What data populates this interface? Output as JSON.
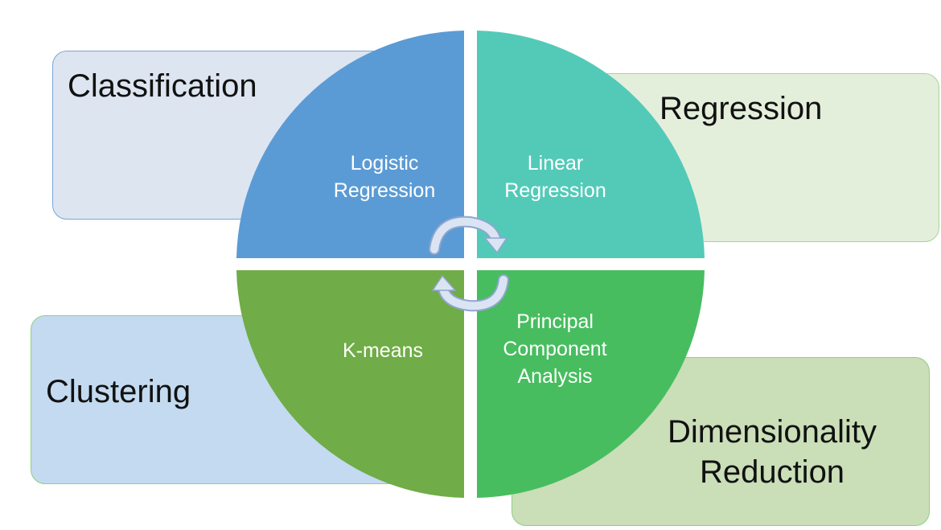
{
  "categories": {
    "classification": "Classification",
    "regression": "Regression",
    "clustering": "Clustering",
    "dimensionality_reduction_line1": "Dimensionality",
    "dimensionality_reduction_line2": "Reduction"
  },
  "algorithms": {
    "logistic_line1": "Logistic",
    "logistic_line2": "Regression",
    "linear_line1": "Linear",
    "linear_line2": "Regression",
    "kmeans": "K-means",
    "pca_line1": "Principal",
    "pca_line2": "Component",
    "pca_line3": "Analysis"
  },
  "colors": {
    "logistic": "#5b9bd5",
    "linear": "#53cab8",
    "kmeans": "#70ac47",
    "pca": "#47bd5f",
    "arrows": "#dbe4f3"
  }
}
